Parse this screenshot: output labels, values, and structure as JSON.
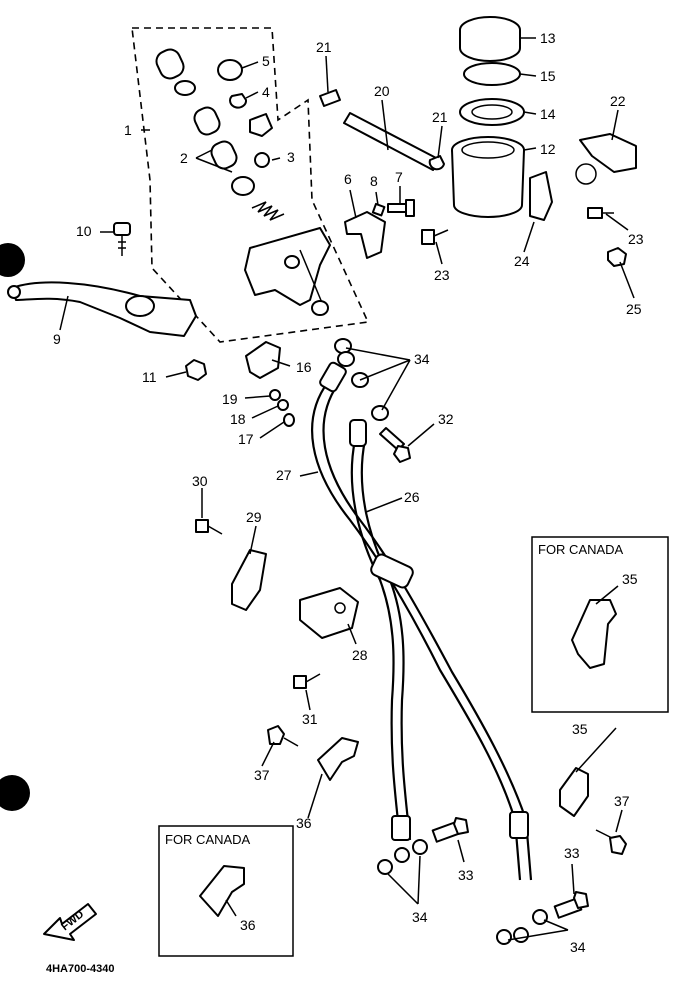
{
  "labels": {
    "l1": "1",
    "l2": "2",
    "l3": "3",
    "l4": "4",
    "l5": "5",
    "l6": "6",
    "l7": "7",
    "l8": "8",
    "l9": "9",
    "l10": "10",
    "l11": "11",
    "l12": "12",
    "l13": "13",
    "l14": "14",
    "l15": "15",
    "l16": "16",
    "l17": "17",
    "l18": "18",
    "l19": "19",
    "l20": "20",
    "l21a": "21",
    "l21b": "21",
    "l22": "22",
    "l23a": "23",
    "l23b": "23",
    "l24": "24",
    "l25": "25",
    "l26": "26",
    "l27": "27",
    "l28": "28",
    "l29": "29",
    "l30": "30",
    "l31": "31",
    "l32": "32",
    "l33a": "33",
    "l33b": "33",
    "l34a": "34",
    "l34b": "34",
    "l34c": "34",
    "l35a": "35",
    "l35b": "35",
    "l36a": "36",
    "l36b": "36",
    "l37a": "37",
    "l37b": "37"
  },
  "canada_box_right": {
    "title": "FOR CANADA"
  },
  "canada_box_left": {
    "title": "FOR CANADA"
  },
  "fwd_label": "FWD",
  "diagram_code": "4HA700-4340"
}
